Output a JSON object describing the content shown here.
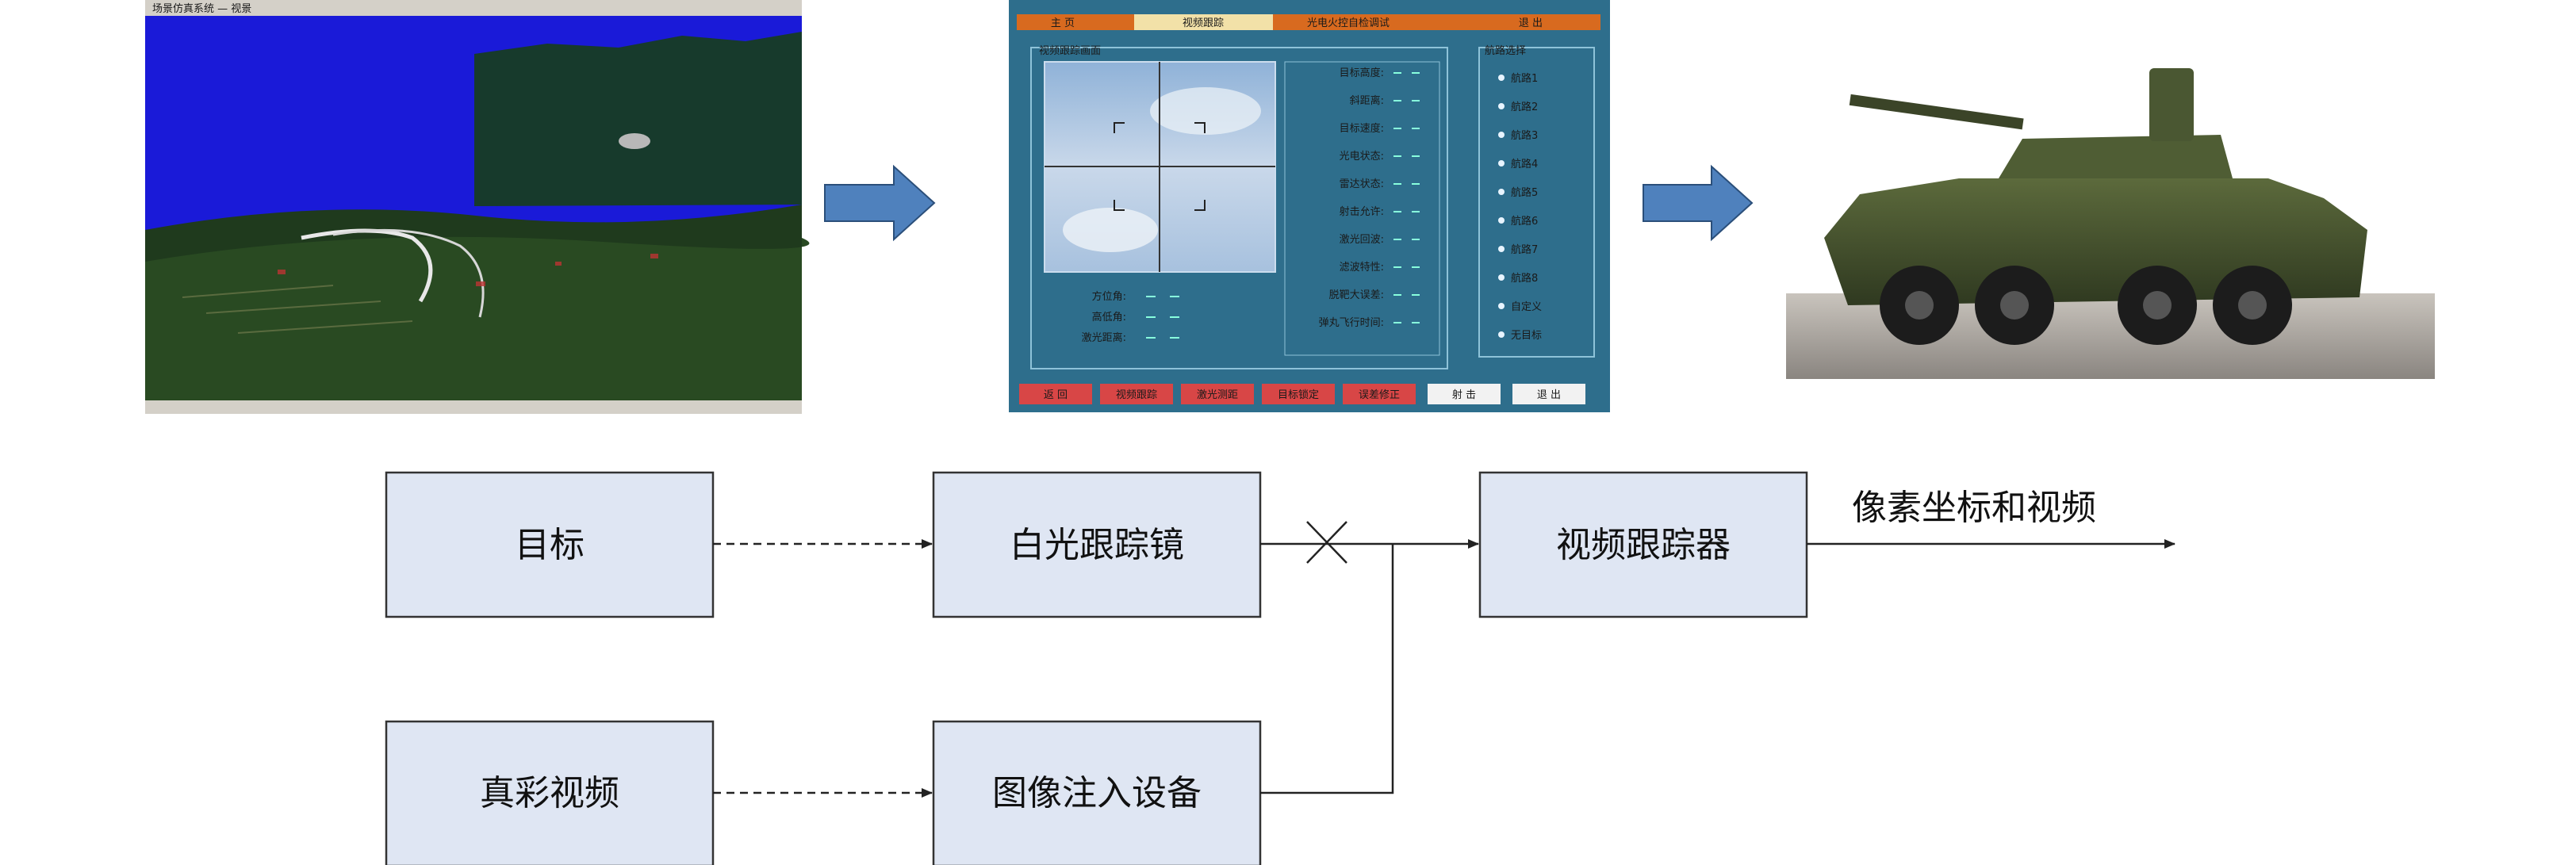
{
  "pipeline": {
    "simulation_screenshot": {
      "title": "场景仿真系统 — 视景"
    },
    "tracker_panel": {
      "tabs": [
        "主 页",
        "视频跟踪",
        "光电火控自检调试",
        "退 出"
      ],
      "video_group_title": "视频跟踪画面",
      "readout_labels": [
        "方位角:",
        "高低角:",
        "激光距离:"
      ],
      "status_labels": [
        "目标高度:",
        "斜距离:",
        "目标速度:",
        "光电状态:",
        "雷达状态:",
        "射击允许:",
        "激光回波:",
        "滤波特性:",
        "脱靶大误差:",
        "弹丸飞行时间:"
      ],
      "route_group_title": "航路选择",
      "routes": [
        "航路1",
        "航路2",
        "航路3",
        "航路4",
        "航路5",
        "航路6",
        "航路7",
        "航路8",
        "自定义",
        "无目标"
      ],
      "buttons": [
        "返 回",
        "视频跟踪",
        "激光测距",
        "目标锁定",
        "误差修正",
        "射 击",
        "退 出"
      ]
    },
    "vehicle_photo": {}
  },
  "flow": {
    "nodes": {
      "target": "目标",
      "white_light_tracker": "白光跟踪镜",
      "video_tracker": "视频跟踪器",
      "true_color_video": "真彩视频",
      "image_injection": "图像注入设备"
    },
    "output_label": "像素坐标和视频"
  },
  "colors": {
    "node_fill": "#dfe6f3",
    "node_stroke": "#333333",
    "arrow_fill": "#4f81bd",
    "panel_bg": "#2e6e8c",
    "sky_blue": "#1a1ad8"
  }
}
